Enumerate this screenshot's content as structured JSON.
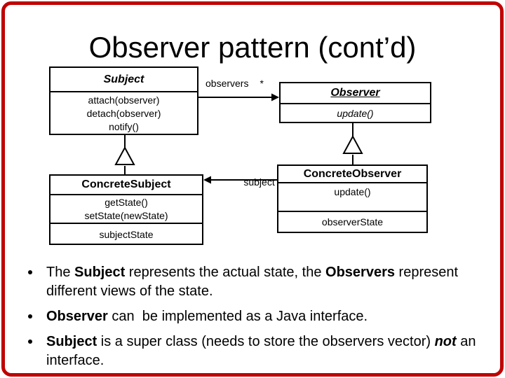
{
  "slide": {
    "title": "Observer pattern (cont’d)",
    "border_color": "#c00000"
  },
  "diagram": {
    "subject_class": {
      "name": "Subject",
      "methods": [
        "attach(observer)",
        "detach(observer)",
        "notify()"
      ]
    },
    "observer_class": {
      "name": "Observer",
      "methods": [
        "update()"
      ]
    },
    "concrete_subject_class": {
      "name": "ConcreteSubject",
      "methods": [
        "getState()",
        "setState(newState)"
      ],
      "attributes": [
        "subjectState"
      ]
    },
    "concrete_observer_class": {
      "name": "ConcreteObserver",
      "methods": [
        "update()"
      ],
      "attributes": [
        "observerState"
      ]
    },
    "associations": {
      "observers": {
        "label": "observers",
        "multiplicity": "*"
      },
      "subject": {
        "label": "subject"
      }
    }
  },
  "bullets": [
    {
      "segments": [
        {
          "text": "The ",
          "b": false
        },
        {
          "text": "Subject",
          "b": true
        },
        {
          "text": " represents the actual state, the ",
          "b": false
        },
        {
          "text": "Observers",
          "b": true
        },
        {
          "text": " represent different views of the state.",
          "b": false
        }
      ]
    },
    {
      "segments": [
        {
          "text": "Observer",
          "b": true
        },
        {
          "text": " can  be implemented as a Java interface.",
          "b": false
        }
      ]
    },
    {
      "segments": [
        {
          "text": "Subject",
          "b": true
        },
        {
          "text": " is a super class (needs to store the observers vector) ",
          "b": false
        },
        {
          "text": "not",
          "b": true,
          "i": true
        },
        {
          "text": " an interface.",
          "b": false
        }
      ]
    }
  ]
}
